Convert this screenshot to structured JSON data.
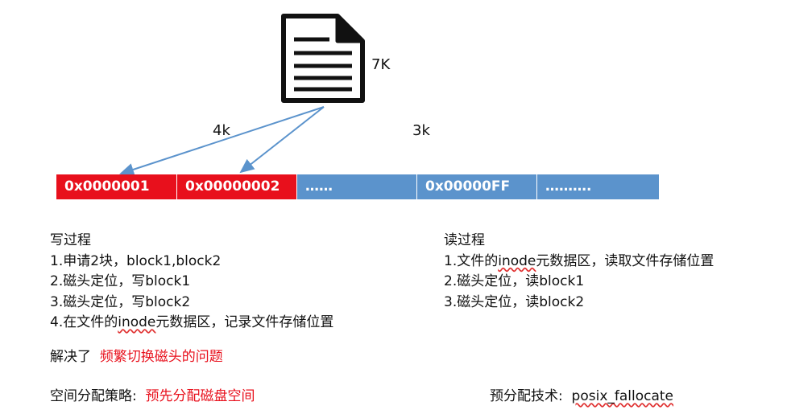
{
  "file": {
    "size_label": "7K"
  },
  "split": {
    "left": "4k",
    "right": "3k"
  },
  "blocks": [
    {
      "label": "0x0000001",
      "color": "#e8101c"
    },
    {
      "label": "0x00000002",
      "color": "#e8101c"
    },
    {
      "label": "……",
      "color": "#5b93cc"
    },
    {
      "label": "0x00000FF",
      "color": "#5b93cc"
    },
    {
      "label": "……….",
      "color": "#5b93cc"
    }
  ],
  "write": {
    "title": "写过程",
    "steps": [
      "1.申请2块，block1,block2",
      "2.磁头定位，写block1",
      "3.磁头定位，写block2"
    ],
    "step4": {
      "prefix": "4.在文件的",
      "term": "inode",
      "suffix": "元数据区，记录文件存储位置"
    }
  },
  "read": {
    "title": "读过程",
    "step1": {
      "prefix": "1.文件的",
      "term": "inode",
      "suffix": "元数据区，读取文件存储位置"
    },
    "steps": [
      "2.磁头定位，读block1",
      "3.磁头定位，读block2"
    ]
  },
  "solved": {
    "label": "解决了",
    "text": "频繁切换磁头的问题"
  },
  "strategy": {
    "label": "空间分配策略:",
    "text": "预先分配磁盘空间"
  },
  "tech": {
    "label": "预分配技术:",
    "value": "posix_fallocate"
  },
  "colors": {
    "accent_red": "#e8101c",
    "block_blue": "#5b93cc",
    "arrow": "#5b93cc"
  }
}
